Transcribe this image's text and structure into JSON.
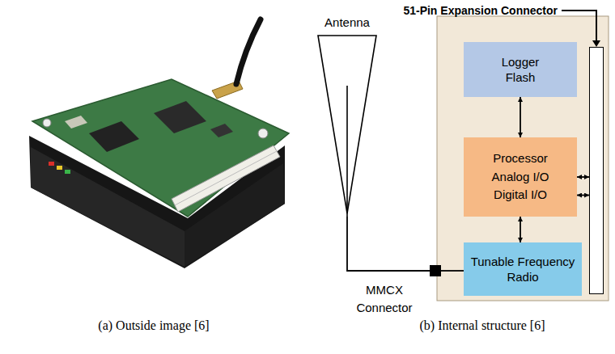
{
  "diagram": {
    "nodes": [
      {
        "text": [
          "Logger Flash"
        ]
      },
      {
        "text": [
          "Processor",
          "Analog I/O",
          "Digital I/O"
        ]
      },
      {
        "text": [
          "Tunable Frequency Radio"
        ]
      },
      {
        "text": [
          "51-Pin Expansion Connector"
        ]
      },
      {
        "text": [
          "Antenna"
        ]
      },
      {
        "text": [
          "MMCX Connector"
        ]
      }
    ],
    "edges": [
      {
        "from": 0,
        "to": 1,
        "arrow": "both"
      },
      {
        "from": 1,
        "to": 2,
        "arrow": "both"
      },
      {
        "from": 1,
        "to": 3,
        "arrow": "both"
      },
      {
        "from": 1,
        "to": 3,
        "arrow": "both"
      },
      {
        "from": 4,
        "to": 5,
        "arrow": "none"
      },
      {
        "from": 5,
        "to": 2,
        "arrow": "none"
      }
    ],
    "labels": [
      "(a) Outside image [6]",
      "(b) Internal structure [6]"
    ]
  }
}
